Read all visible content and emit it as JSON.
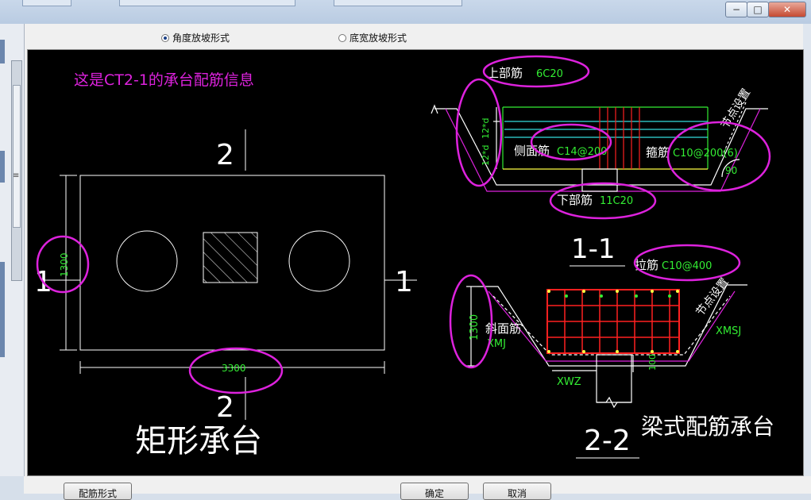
{
  "window": {
    "minimize_glyph": "−",
    "maximize_glyph": "□",
    "close_glyph": "✕"
  },
  "radio_options": [
    {
      "label": "角度放坡形式",
      "selected": true
    },
    {
      "label": "底宽放坡形式",
      "selected": false
    }
  ],
  "drawing": {
    "heading": "这是CT2-1的承台配筋信息",
    "rect_cap": {
      "section_mark_top": "2",
      "section_mark_bottom": "2",
      "section_mark_left": "1",
      "section_mark_right": "1",
      "height_dim": "1300",
      "width_dim": "3300",
      "caption": "矩形承台"
    },
    "section_1_1": {
      "top_bar_label": "上部筋",
      "top_bar_value": "6C20",
      "side_height_label": "12*d",
      "side_height_label_2": "12*d",
      "side_bar_label": "侧面筋",
      "side_bar_value": "C14@200",
      "stirrup_label": "箍筋",
      "stirrup_value": "C10@200(6)",
      "bottom_bar_label": "下部筋",
      "bottom_bar_value": "11C20",
      "angle": "90",
      "joint_label": "节点设置",
      "title": "1-1"
    },
    "section_2_2": {
      "tie_label": "拉筋",
      "tie_value": "C10@400",
      "joint_label": "节点设置",
      "height_dim": "1300",
      "slope_bar_label": "斜面筋",
      "xmj": "XMJ",
      "xmsj": "XMSJ",
      "xwz": "XWZ",
      "dim_100": "100",
      "title": "2-2",
      "caption": "梁式配筋承台"
    }
  },
  "footer": {
    "rebar_form_button": "配筋形式",
    "ok_button": "确定",
    "cancel_button": "取消"
  },
  "colors": {
    "canvas_bg": "#000000",
    "cad_white": "#ffffff",
    "cad_green": "#33ee33",
    "cad_magenta": "#dd22dd",
    "cad_red": "#ff2020",
    "cad_cyan": "#33dddd",
    "cad_yellow": "#ffff44"
  }
}
